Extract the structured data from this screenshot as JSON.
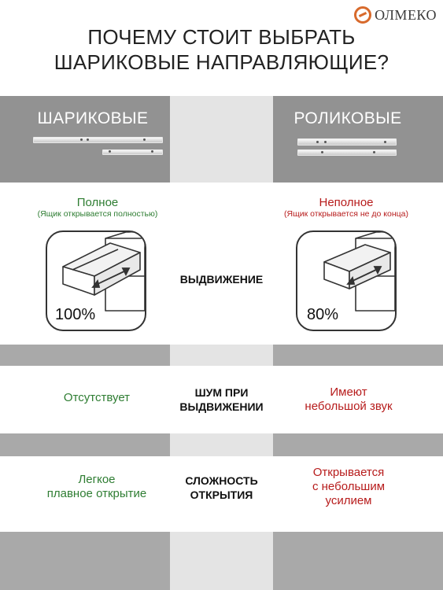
{
  "brand": {
    "name": "ОЛМЕКО",
    "accent": "#d86a2c"
  },
  "title": {
    "line1": "ПОЧЕМУ СТОИТ ВЫБРАТЬ",
    "line2": "ШАРИКОВЫЕ НАПРАВЛЯЮЩИЕ?"
  },
  "left": {
    "title": "ШАРИКОВЫЕ"
  },
  "right": {
    "title": "РОЛИКОВЫЕ"
  },
  "rows": {
    "extension": {
      "label": "ВЫДВИЖЕНИЕ",
      "left_main": "Полное",
      "left_sub": "(Ящик открывается полностью)",
      "left_pct": "100%",
      "right_main": "Неполное",
      "right_sub": "(Ящик открывается не до конца)",
      "right_pct": "80%"
    },
    "noise": {
      "label1": "ШУМ ПРИ",
      "label2": "ВЫДВИЖЕНИИ",
      "left": "Отсутствует",
      "right1": "Имеют",
      "right2": "небольшой звук"
    },
    "difficulty": {
      "label1": "СЛОЖНОСТЬ",
      "label2": "ОТКРЫТИЯ",
      "left1": "Легкое",
      "left2": "плавное открытие",
      "right1": "Открывается",
      "right2": "с небольшим",
      "right3": "усилием"
    }
  },
  "colors": {
    "positive": "#2e7d32",
    "negative": "#b71c1c"
  }
}
